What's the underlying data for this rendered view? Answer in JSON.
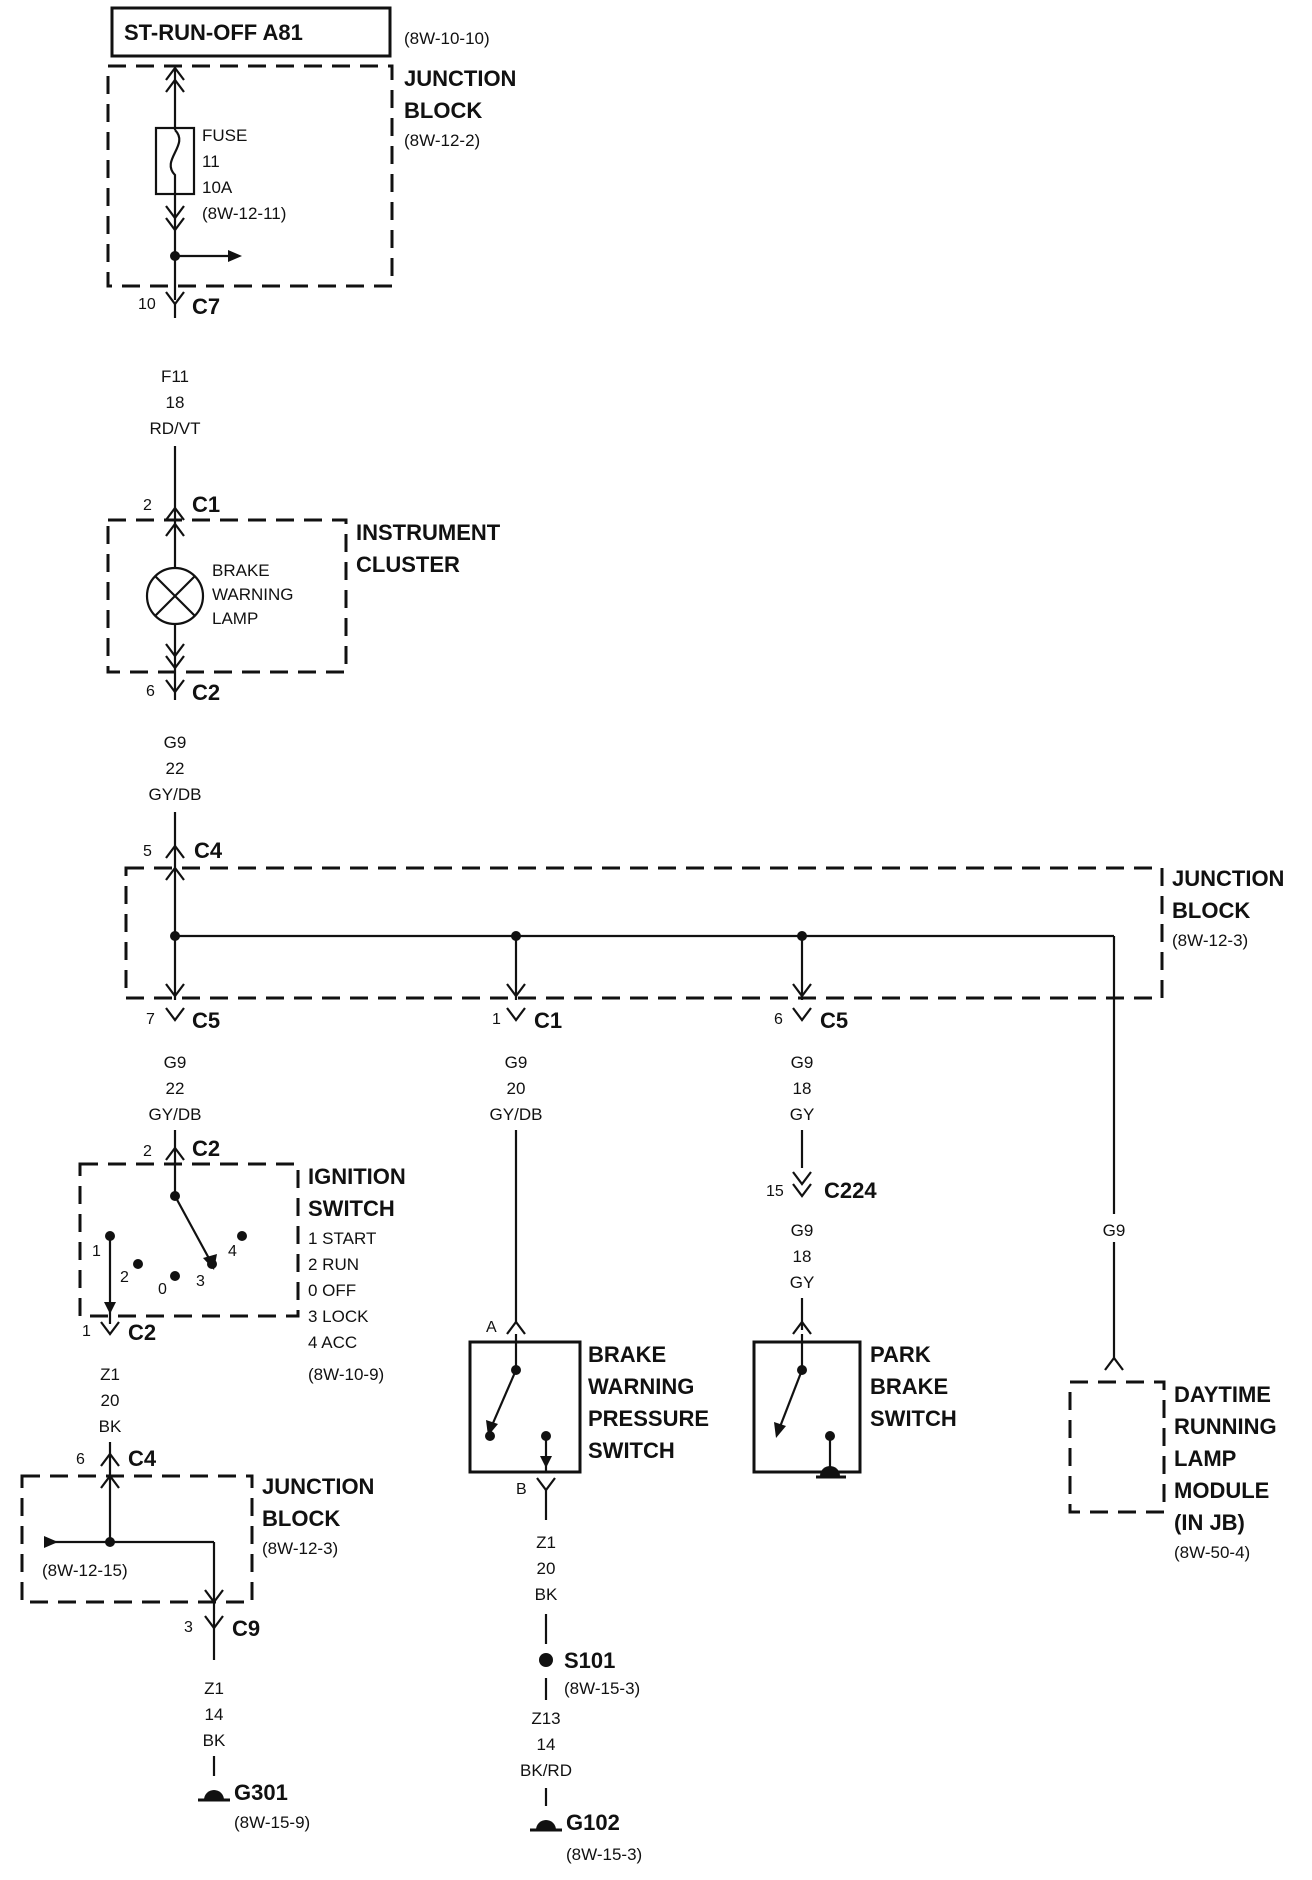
{
  "power": {
    "title": "ST-RUN-OFF A81",
    "ref": "(8W-10-10)"
  },
  "junction_block_1": {
    "name_line1": "JUNCTION",
    "name_line2": "BLOCK",
    "ref": "(8W-12-2)"
  },
  "fuse": {
    "label": "FUSE",
    "number": "11",
    "rating": "10A",
    "ref": "(8W-12-11)"
  },
  "c7": {
    "pin": "10",
    "name": "C7"
  },
  "wire_f11": {
    "circuit": "F11",
    "gauge": "18",
    "color": "RD/VT"
  },
  "c1_ic": {
    "pin": "2",
    "name": "C1"
  },
  "instrument_cluster": {
    "name_line1": "INSTRUMENT",
    "name_line2": "CLUSTER"
  },
  "brake_lamp": {
    "line1": "BRAKE",
    "line2": "WARNING",
    "line3": "LAMP"
  },
  "c2_ic": {
    "pin": "6",
    "name": "C2"
  },
  "wire_g9_a": {
    "circuit": "G9",
    "gauge": "22",
    "color": "GY/DB"
  },
  "c4_jb": {
    "pin": "5",
    "name": "C4"
  },
  "junction_block_2": {
    "name_line1": "JUNCTION",
    "name_line2": "BLOCK",
    "ref": "(8W-12-3)"
  },
  "c5_left": {
    "pin": "7",
    "name": "C5"
  },
  "c1_mid": {
    "pin": "1",
    "name": "C1"
  },
  "c5_right": {
    "pin": "6",
    "name": "C5"
  },
  "wire_g9_b": {
    "circuit": "G9",
    "gauge": "22",
    "color": "GY/DB"
  },
  "wire_g9_c": {
    "circuit": "G9",
    "gauge": "20",
    "color": "GY/DB"
  },
  "wire_g9_d": {
    "circuit": "G9",
    "gauge": "18",
    "color": "GY"
  },
  "c224": {
    "pin": "15",
    "name": "C224"
  },
  "wire_g9_e": {
    "circuit": "G9",
    "gauge": "18",
    "color": "GY"
  },
  "wire_g9_f": {
    "circuit": "G9"
  },
  "c2_ign_top": {
    "pin": "2",
    "name": "C2"
  },
  "ignition_switch": {
    "name_line1": "IGNITION",
    "name_line2": "SWITCH",
    "positions": [
      "1 START",
      "2 RUN",
      "0 OFF",
      "3 LOCK",
      "4 ACC"
    ],
    "ref": "(8W-10-9)",
    "pos_labels": [
      "1",
      "2",
      "0",
      "3",
      "4"
    ]
  },
  "c2_ign_bot": {
    "pin": "1",
    "name": "C2"
  },
  "wire_z1_a": {
    "circuit": "Z1",
    "gauge": "20",
    "color": "BK"
  },
  "c4_jb3": {
    "pin": "6",
    "name": "C4"
  },
  "junction_block_3": {
    "name_line1": "JUNCTION",
    "name_line2": "BLOCK",
    "ref": "(8W-12-3)",
    "inner_ref": "(8W-12-15)"
  },
  "c9": {
    "pin": "3",
    "name": "C9"
  },
  "wire_z1_c": {
    "circuit": "Z1",
    "gauge": "14",
    "color": "BK"
  },
  "g301": {
    "name": "G301",
    "ref": "(8W-15-9)"
  },
  "bwps": {
    "pin_a": "A",
    "pin_b": "B",
    "line1": "BRAKE",
    "line2": "WARNING",
    "line3": "PRESSURE",
    "line4": "SWITCH"
  },
  "wire_z1_b": {
    "circuit": "Z1",
    "gauge": "20",
    "color": "BK"
  },
  "s101": {
    "name": "S101",
    "ref": "(8W-15-3)"
  },
  "wire_z13": {
    "circuit": "Z13",
    "gauge": "14",
    "color": "BK/RD"
  },
  "g102": {
    "name": "G102",
    "ref": "(8W-15-3)"
  },
  "park_brake": {
    "line1": "PARK",
    "line2": "BRAKE",
    "line3": "SWITCH"
  },
  "drl": {
    "line1": "DAYTIME",
    "line2": "RUNNING",
    "line3": "LAMP",
    "line4": "MODULE",
    "line5": "(IN JB)",
    "ref": "(8W-50-4)"
  }
}
